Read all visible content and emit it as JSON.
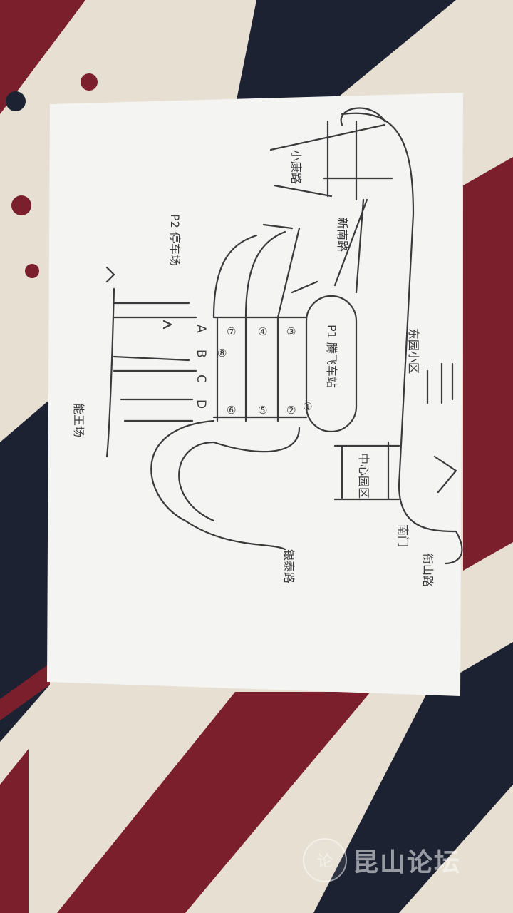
{
  "diagram": {
    "labels": {
      "xiaokang_road": "小康路",
      "xinnan_road": "新南路",
      "p1_station": "P1 腾飞车站",
      "dongyuan": "东园小区",
      "center_park": "中心园区",
      "south_gate": "南门",
      "exit_road": "衔山路",
      "p2_parking": "P2 停车场",
      "bottom_road": "能王场",
      "lower_road": "银泰路"
    },
    "nodes": [
      "①",
      "②",
      "③",
      "④",
      "⑤",
      "⑥",
      "⑦",
      "⑧"
    ],
    "lanes": [
      "A",
      "B",
      "C",
      "D"
    ]
  },
  "watermark": {
    "logo": "论",
    "text": "昆山论坛"
  },
  "colors": {
    "paper": "#f4f4f2",
    "ink": "#3a3a3c",
    "navy": "#1d2233",
    "maroon": "#7a1f2b",
    "cream": "#e9e2d6"
  }
}
